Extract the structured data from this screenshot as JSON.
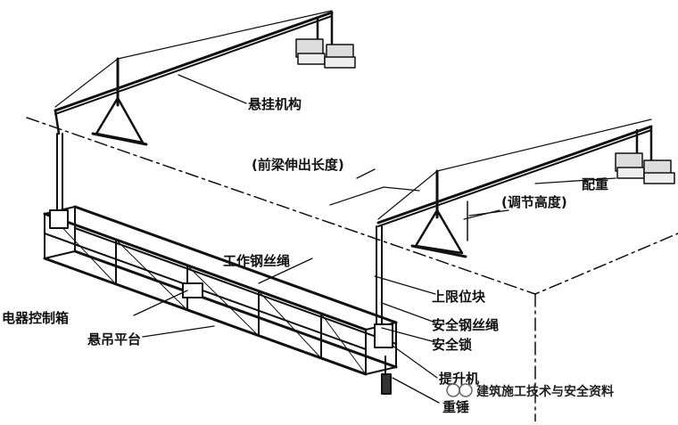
{
  "labels": {
    "suspension_mechanism": "悬挂机构",
    "front_beam_length": "(前梁伸出长度)",
    "counterweight": "配重",
    "height_adjust": "(调节高度)",
    "wire_rope": "工作钢丝绳",
    "upper_limit_block": "上限位块",
    "control_box": "电器控制箱",
    "safety_rope": "安全钢丝绳",
    "platform": "悬吊平台",
    "safety_lock": "安全锁",
    "hoist": "提升机",
    "heavy_hammer": "重锤"
  },
  "watermark": {
    "text": "建筑施工技术与安全资料"
  }
}
